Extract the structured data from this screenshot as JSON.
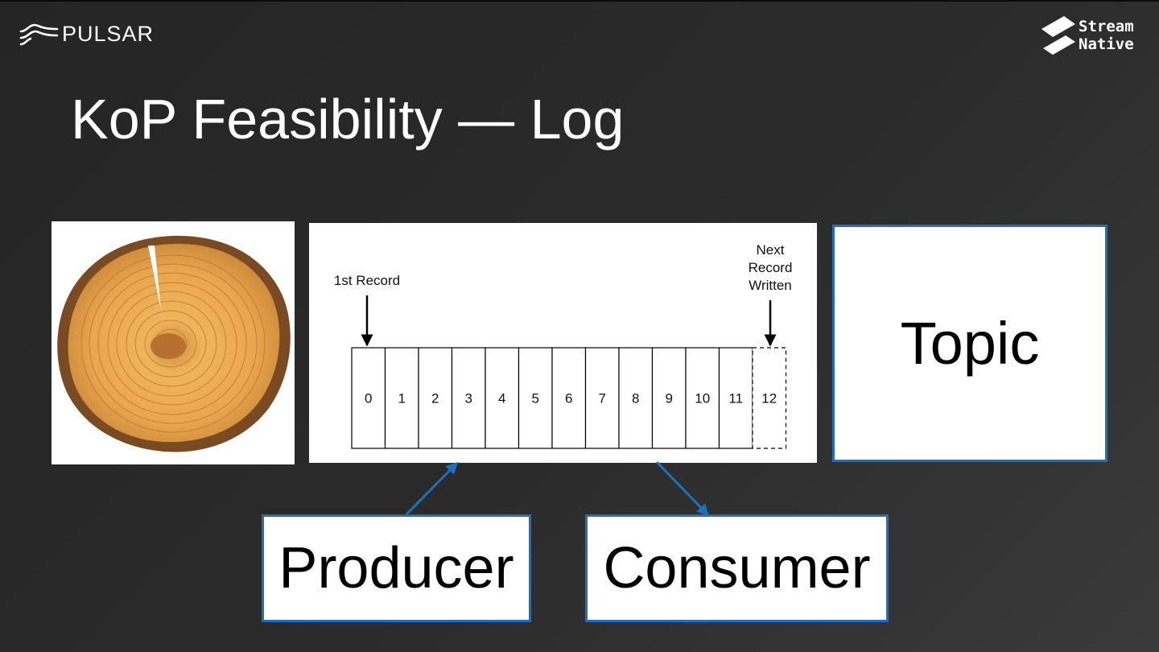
{
  "header": {
    "pulsar_logo_text": "PULSAR",
    "streamnative_line1": "Stream",
    "streamnative_line2": "Native"
  },
  "slide": {
    "title": "KoP Feasibility — Log"
  },
  "log_diagram": {
    "first_record_label": "1st Record",
    "next_record_label": [
      "Next",
      "Record",
      "Written"
    ],
    "cells": [
      "0",
      "1",
      "2",
      "3",
      "4",
      "5",
      "6",
      "7",
      "8",
      "9",
      "10",
      "11"
    ],
    "pending_cell": "12"
  },
  "boxes": {
    "topic": "Topic",
    "producer": "Producer",
    "consumer": "Consumer"
  },
  "colors": {
    "accent_blue": "#1f6fc0",
    "background": "#2b2b2b"
  }
}
